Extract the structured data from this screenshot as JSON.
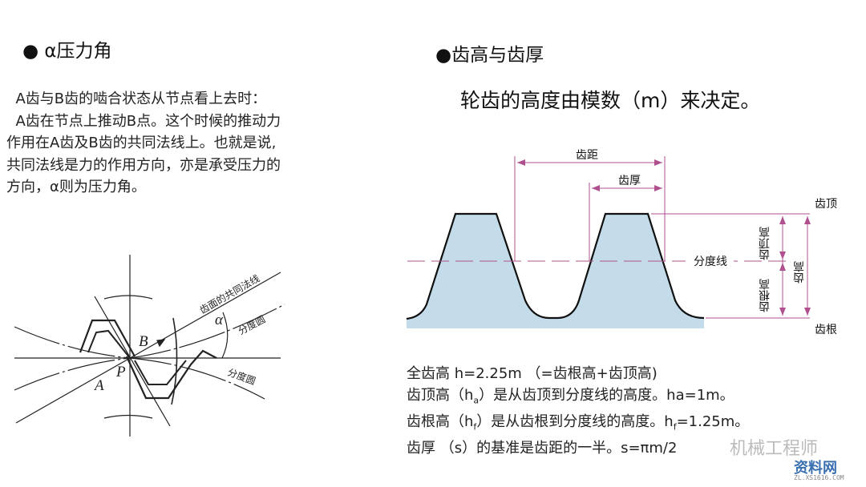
{
  "left": {
    "title": "● α压力角",
    "paragraph": [
      "  A齿与B齿的啮合状态从节点看上去时：",
      "  A齿在节点上推动B点。这个时候的推动力",
      "作用在A齿及B齿的共同法线上。也就是说,",
      "共同法线是力的作用方向，亦是承受压力的",
      "方向，α则为压力角。"
    ],
    "diagram": {
      "normal_line_label": "齿面的共同法线",
      "pitch_circle_upper_label": "分度圆",
      "pitch_circle_lower_label": "分度圆",
      "alpha": "α",
      "point_a": "A",
      "point_b": "B",
      "point_p": "P"
    }
  },
  "right": {
    "title": "●齿高与齿厚",
    "subtitle": "轮齿的高度由模数（m）来决定。",
    "diagram": {
      "pitch": "齿距",
      "thickness": "齿厚",
      "pitch_line": "分度线",
      "tip": "齿顶",
      "root": "齿根",
      "addendum": "齿顶高",
      "dedendum": "齿根高",
      "tooth_height": "齿高",
      "tooth_fill": "#c4dcea",
      "dimension_color": "#b0508f"
    },
    "notes": [
      {
        "pre": "全齿高 h=2.25m （=齿根高+齿顶高)",
        "sub": "",
        "post": ""
      },
      {
        "pre": "齿顶高（h",
        "sub": "a",
        "post": "）是从齿顶到分度线的高度。ha=1m。"
      },
      {
        "pre": "齿根高（h",
        "sub": "f",
        "post": "）是从齿根到分度线的高度。h"
      },
      {
        "pre": "齿厚 （s）的基准是齿距的一半。s=πm/2",
        "sub": "",
        "post": ""
      }
    ],
    "note3_sub2": "f",
    "note3_tail": "=1.25m。"
  },
  "watermark": {
    "text1": "机械工程师",
    "text2": "资料网",
    "url": "ZL.XS1616.COM"
  }
}
